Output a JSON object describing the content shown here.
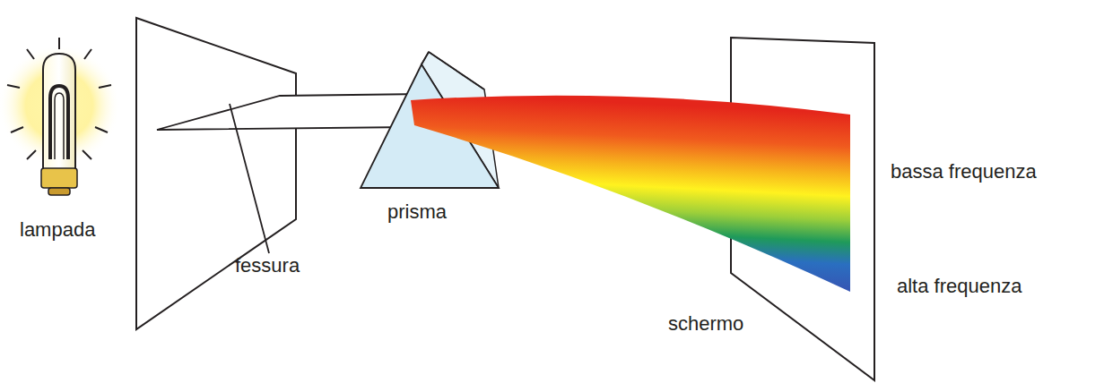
{
  "diagram": {
    "labels": [
      "lampada",
      "fessura",
      "prisma",
      "schermo",
      "bassa frequenza",
      "alta frequenza"
    ]
  }
}
